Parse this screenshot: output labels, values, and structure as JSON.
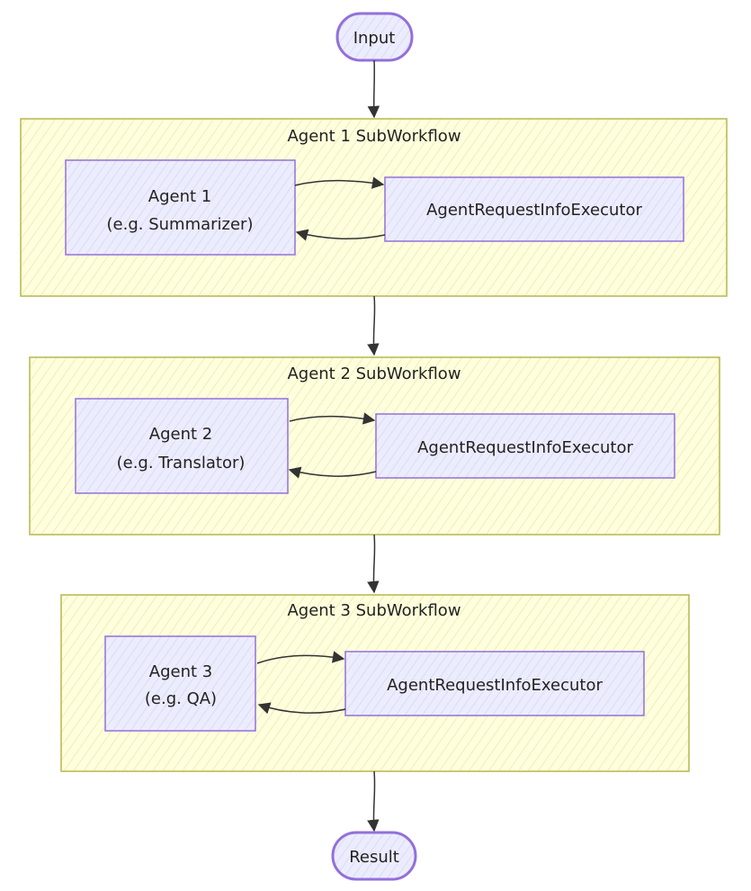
{
  "colors": {
    "subgraph_fill": "#ffffde",
    "subgraph_stroke": "#b7b74a",
    "node_fill": "#ececff",
    "node_stroke": "#9370db",
    "edge": "#333333",
    "text": "#222222"
  },
  "input_node": {
    "label": "Input"
  },
  "result_node": {
    "label": "Result"
  },
  "subworkflows": [
    {
      "title": "Agent 1 SubWorkflow",
      "agent": {
        "line1": "Agent 1",
        "line2": "(e.g. Summarizer)"
      },
      "executor": {
        "label": "AgentRequestInfoExecutor"
      }
    },
    {
      "title": "Agent 2 SubWorkflow",
      "agent": {
        "line1": "Agent 2",
        "line2": "(e.g. Translator)"
      },
      "executor": {
        "label": "AgentRequestInfoExecutor"
      }
    },
    {
      "title": "Agent 3 SubWorkflow",
      "agent": {
        "line1": "Agent 3",
        "line2": "(e.g. QA)"
      },
      "executor": {
        "label": "AgentRequestInfoExecutor"
      }
    }
  ]
}
